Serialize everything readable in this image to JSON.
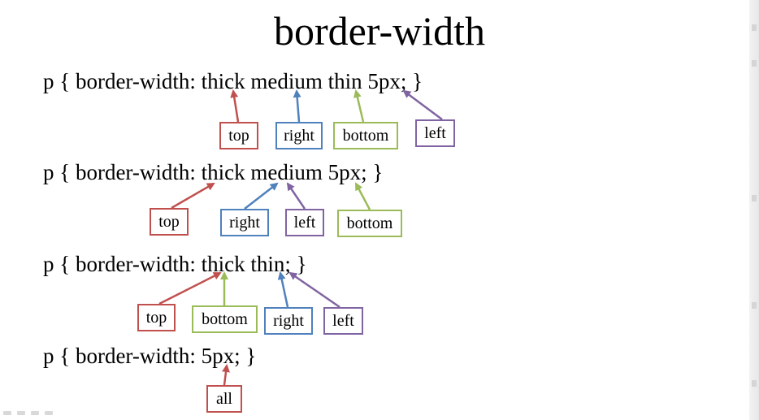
{
  "title": "border-width",
  "lines": [
    "p { border-width: thick medium thin 5px; }",
    "p { border-width: thick medium 5px; }",
    "p { border-width: thick thin; }",
    "p { border-width: 5px; }"
  ],
  "groups": [
    {
      "labels": [
        "top",
        "right",
        "bottom",
        "left"
      ]
    },
    {
      "labels": [
        "top",
        "right",
        "left",
        "bottom"
      ]
    },
    {
      "labels": [
        "top",
        "bottom",
        "right",
        "left"
      ]
    },
    {
      "labels": [
        "all"
      ]
    }
  ],
  "colors": {
    "top": "#c0504d",
    "right": "#4f81bd",
    "bottom": "#9bbb59",
    "left": "#8064a2",
    "all": "#c0504d"
  }
}
